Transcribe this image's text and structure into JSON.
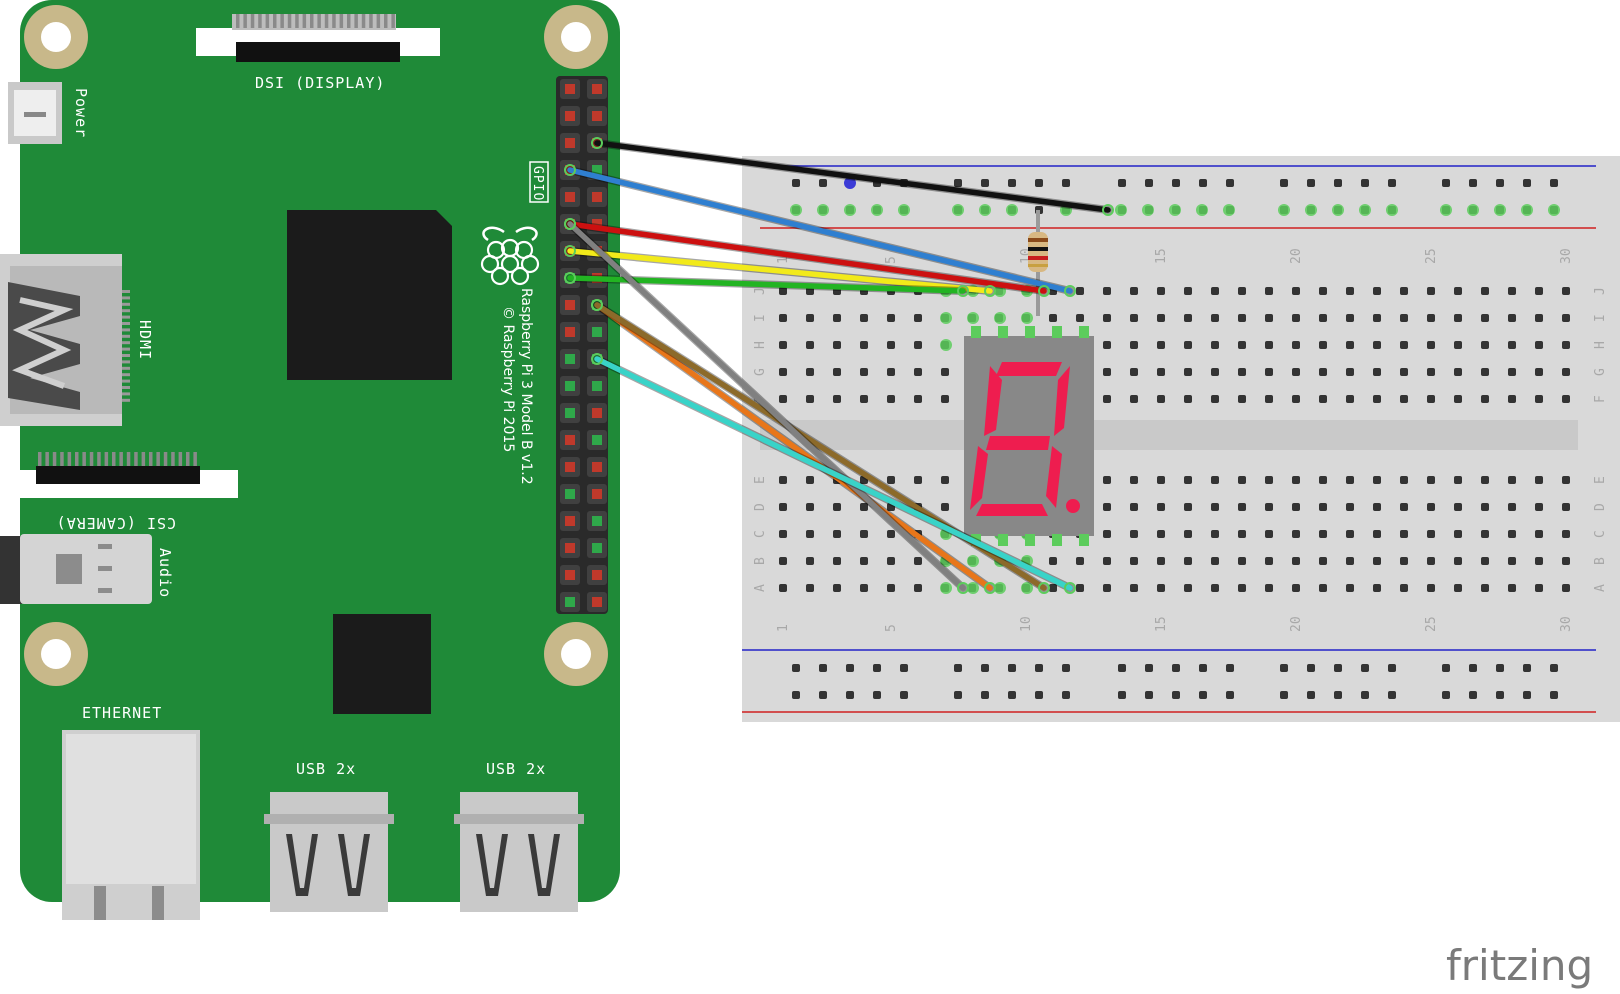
{
  "board": {
    "labels": {
      "dsi": "DSI (DISPLAY)",
      "power": "Power",
      "gpio": "GPIO",
      "hdmi": "HDMI",
      "csi": "CSI (CAMERA)",
      "audio": "Audio",
      "ethernet": "ETHERNET",
      "usb1": "USB 2x",
      "usb2": "USB 2x",
      "model": "Raspberry Pi 3 Model B v1.2",
      "copyright": "© Raspberry Pi 2015"
    },
    "colors": {
      "pcb": "#1f8a38",
      "mount_ring": "#c8b88a",
      "chip": "#1b1b1b"
    }
  },
  "breadboard": {
    "column_numbers": [
      "1",
      "5",
      "10",
      "15",
      "20",
      "25",
      "30"
    ],
    "row_letters_top": [
      "J",
      "I",
      "H",
      "G",
      "F"
    ],
    "row_letters_bottom": [
      "E",
      "D",
      "C",
      "B",
      "A"
    ]
  },
  "display": {
    "digit": "8",
    "color": "#ee1d4f"
  },
  "wires": [
    {
      "color": "#111111"
    },
    {
      "color": "#2f7fd0"
    },
    {
      "color": "#cc1010"
    },
    {
      "color": "#f2ea1a"
    },
    {
      "color": "#22b422"
    },
    {
      "color": "#e8761a"
    },
    {
      "color": "#8c6a2a"
    },
    {
      "color": "#808080"
    },
    {
      "color": "#39d3c8"
    }
  ],
  "watermark": "fritzing"
}
